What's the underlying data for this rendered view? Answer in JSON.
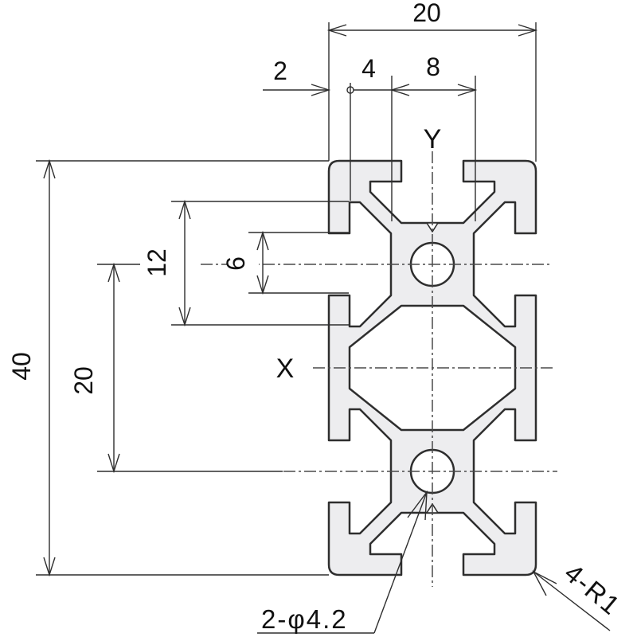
{
  "drawing": {
    "kind": "technical cross-section drawing",
    "subject": "20x40 T-slot aluminum extrusion profile",
    "dims": {
      "overall_width": "20",
      "wall_thickness": "2",
      "slot_depth": "4",
      "center_web": "8",
      "overall_height": "40",
      "hole_pitch": "20",
      "slot_inner_width": "12",
      "slot_opening": "6"
    },
    "axes": {
      "x": "X",
      "y": "Y"
    },
    "callouts": {
      "holes": "2-φ4.2",
      "corner_radius": "4-R1"
    },
    "colors": {
      "background": "#ffffff",
      "profile_fill": "#ededef",
      "line": "#2e2e2e",
      "centerline": "#4a4a4a",
      "text": "#111111"
    }
  }
}
